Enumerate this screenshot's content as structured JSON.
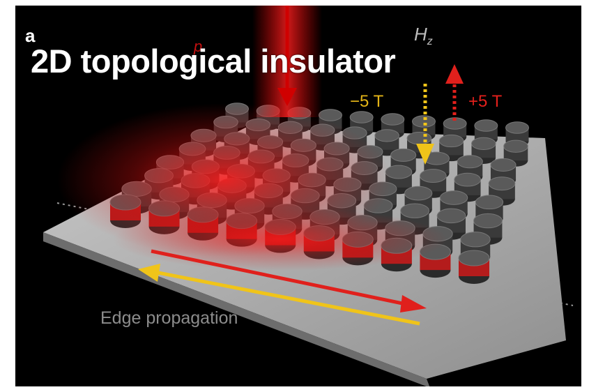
{
  "panel_letter": "a",
  "title": "2D topological insulator",
  "pump_label": "p",
  "field": {
    "axis_symbol": "H",
    "axis_subscript": "z",
    "negative_label": "−5 T",
    "positive_label": "+5 T"
  },
  "edge_label": "Edge propagation",
  "colors": {
    "background": "#000000",
    "pump_beam": "#e01010",
    "negative_field_arrow": "#f0c419",
    "positive_field_arrow": "#e0201c",
    "forward_edge_arrow": "#e0201c",
    "backward_edge_arrow": "#f0c419",
    "substrate": "#a6a6a6",
    "pillar": "#4a4a4a"
  }
}
